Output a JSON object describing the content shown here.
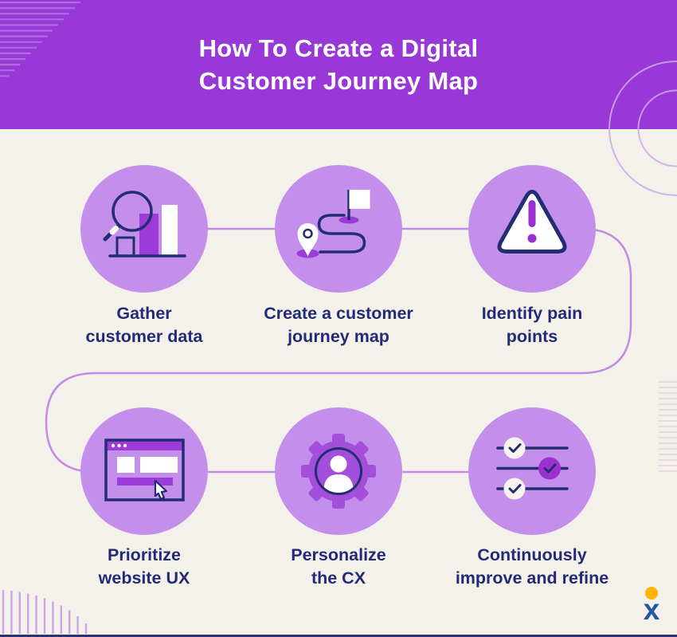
{
  "header": {
    "title_line1": "How To Create a Digital",
    "title_line2": "Customer Journey Map"
  },
  "steps": [
    {
      "id": "gather-customer-data",
      "label_line1": "Gather",
      "label_line2": "customer data",
      "icon": "magnifier-bar-chart-icon"
    },
    {
      "id": "create-journey-map",
      "label_line1": "Create a customer",
      "label_line2": "journey map",
      "icon": "journey-route-flag-icon"
    },
    {
      "id": "identify-pain-points",
      "label_line1": "Identify pain",
      "label_line2": "points",
      "icon": "warning-triangle-icon"
    },
    {
      "id": "prioritize-website-ux",
      "label_line1": "Prioritize",
      "label_line2": "website UX",
      "icon": "browser-cursor-icon"
    },
    {
      "id": "personalize-cx",
      "label_line1": "Personalize",
      "label_line2": "the CX",
      "icon": "gear-person-icon"
    },
    {
      "id": "continuously-improve",
      "label_line1": "Continuously",
      "label_line2": "improve and refine",
      "icon": "sliders-checks-icon"
    }
  ],
  "logo": {
    "letter": "x"
  },
  "colors": {
    "header_bg": "#9838D6",
    "background": "#F4F1EA",
    "circle_fill": "#C48FEB",
    "accent_purple": "#9D3BD8",
    "deep_purple": "#9B2FD0",
    "gear_purple": "#A44FDC",
    "navy": "#232D72",
    "text_navy": "#232B78",
    "connector": "#C18BE9",
    "deco_line": "#CFA9E9",
    "fan_line": "#CBA3EA",
    "faint_stripe": "#E6DBE2",
    "header_stripe": "#AE6ADF",
    "logo_blue": "#2257A6",
    "logo_dot": "#FFB30A",
    "footer_line": "#2A3372"
  }
}
